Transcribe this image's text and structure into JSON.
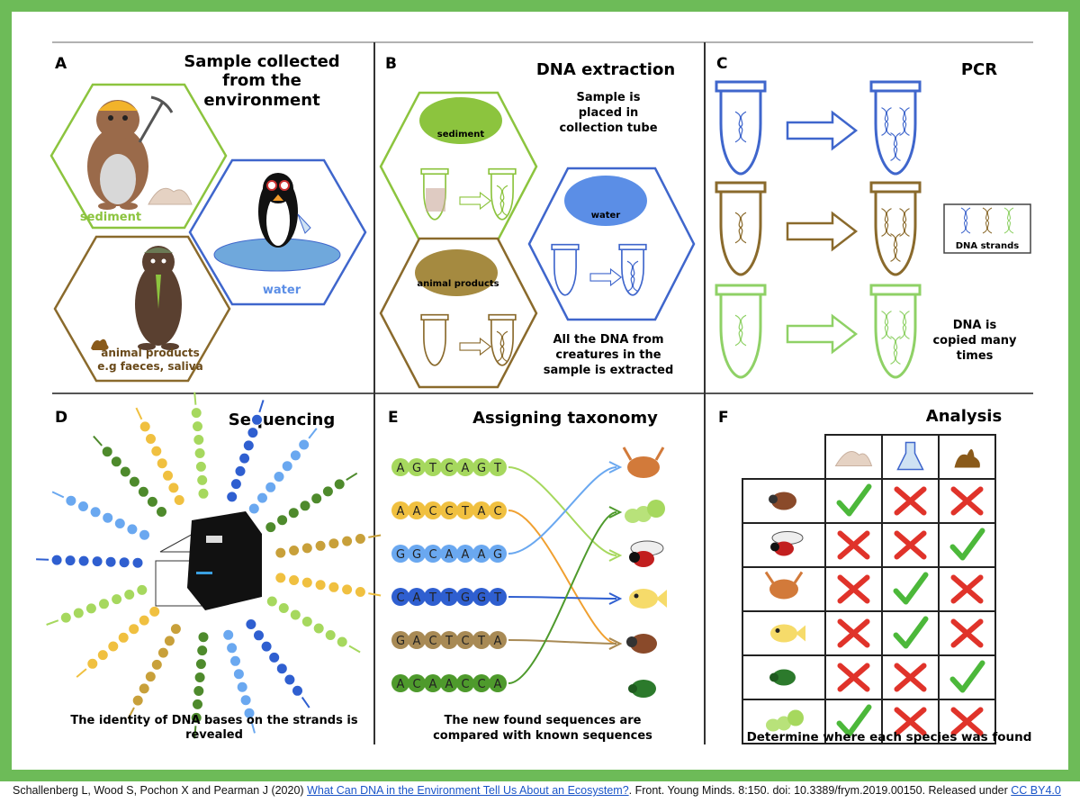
{
  "colors": {
    "frame": "#6dbb58",
    "green": "#8cc43e",
    "blue": "#3f66cc",
    "brown": "#8a6a2c",
    "lightgreen": "#8fd166",
    "check": "#4cb83a",
    "cross": "#e0332a"
  },
  "panels": {
    "a": {
      "letter": "A",
      "title": [
        "Sample collected",
        "from the",
        "environment"
      ],
      "sediment": "sediment",
      "water": "water",
      "animal": [
        "animal products",
        "e.g faeces, saliva"
      ]
    },
    "b": {
      "letter": "B",
      "title": "DNA extraction",
      "note_top": [
        "Sample is",
        "placed in",
        "collection tube"
      ],
      "sediment": "sediment",
      "water": "water",
      "animal": "animal products",
      "note_bottom": [
        "All the DNA from",
        "creatures in the",
        "sample is extracted"
      ]
    },
    "c": {
      "letter": "C",
      "title": "PCR",
      "legend": "DNA strands",
      "note": [
        "DNA is",
        "copied many",
        "times"
      ]
    },
    "d": {
      "letter": "D",
      "title": "Sequencing",
      "note": [
        "The identity of DNA bases on the strands is",
        "revealed"
      ]
    },
    "e": {
      "letter": "E",
      "title": "Assigning taxonomy",
      "sequences": [
        "AGTCAGT",
        "AACCTAC",
        "GGCAAAG",
        "CATTGGT",
        "GACTCTA",
        "ACAACCA"
      ],
      "note": [
        "The new found sequences are",
        "compared with known sequences"
      ]
    },
    "f": {
      "letter": "F",
      "title": "Analysis",
      "columns": [
        "sediment-icon",
        "water-icon",
        "faeces-icon"
      ],
      "rows": [
        {
          "species": "beetle-icon",
          "marks": [
            "check",
            "cross",
            "cross"
          ]
        },
        {
          "species": "fly-icon",
          "marks": [
            "cross",
            "cross",
            "check"
          ]
        },
        {
          "species": "crab-icon",
          "marks": [
            "cross",
            "check",
            "cross"
          ]
        },
        {
          "species": "fish-icon",
          "marks": [
            "cross",
            "check",
            "cross"
          ]
        },
        {
          "species": "ground-beetle-icon",
          "marks": [
            "cross",
            "cross",
            "check"
          ]
        },
        {
          "species": "caterpillar-icon",
          "marks": [
            "check",
            "cross",
            "cross"
          ]
        }
      ],
      "note": "Determine where each species was found"
    }
  },
  "caption": {
    "prefix": "Schallenberg L, Wood S, Pochon X and Pearman J (2020) ",
    "link": "What Can DNA in the Environment Tell Us About an Ecosystem?",
    "middle": ". Front. Young Minds. 8:150. doi: 10.3389/frym.2019.00150. Released under ",
    "license": "CC BY4.0"
  }
}
